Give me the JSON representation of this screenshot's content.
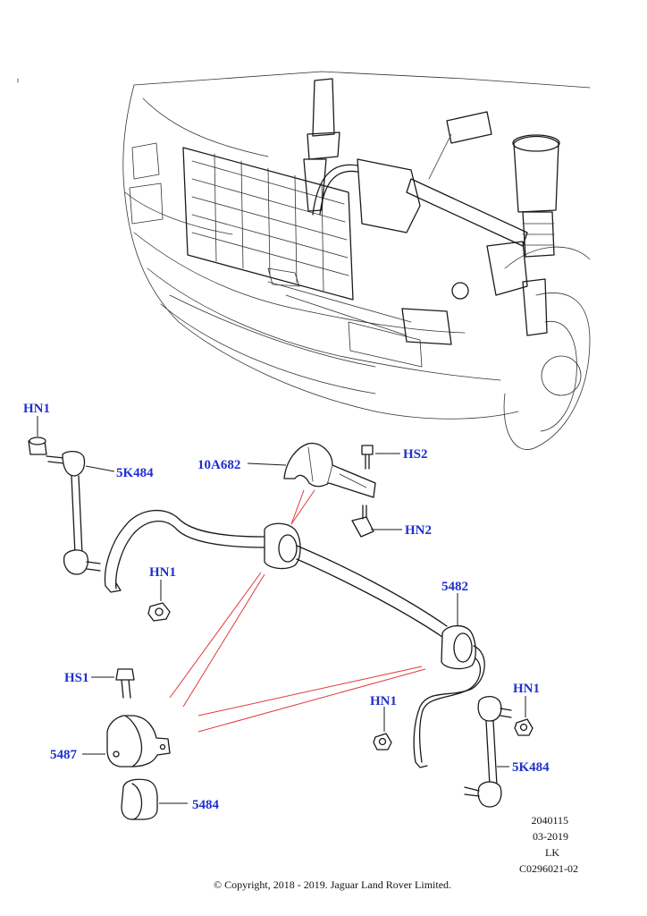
{
  "callouts": {
    "hn1_top_left": "HN1",
    "link_left": "5K484",
    "bracket": "10A682",
    "hs2": "HS2",
    "hn2": "HN2",
    "hn1_mid_left": "HN1",
    "bar": "5482",
    "hs1": "HS1",
    "hn1_right_nut": "HN1",
    "hn1_right": "HN1",
    "clamp": "5487",
    "link_right": "5K484",
    "bushing": "5484"
  },
  "meta": {
    "line1": "2040115",
    "line2": "03-2019",
    "line3": "LK",
    "line4": "C0296021-02"
  },
  "copyright": "© Copyright, 2018 - 2019. Jaguar Land Rover Limited.",
  "colors": {
    "callout_text": "#1f2fcf",
    "detail_lines": "#e03a3a",
    "linework": "#1a1a1a"
  }
}
